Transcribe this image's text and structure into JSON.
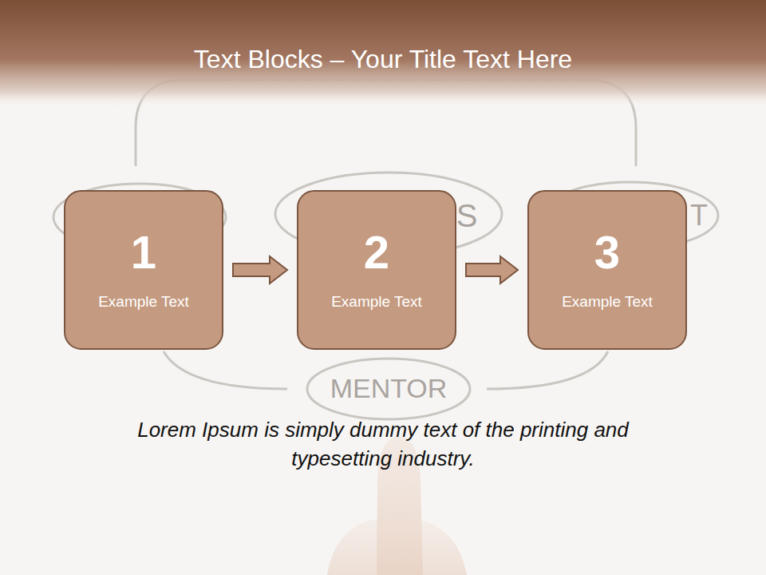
{
  "diagram": {
    "title": "Text Blocks – Your Title Text Here",
    "caption": "Lorem Ipsum is simply dummy text of the printing and typesetting industry.",
    "nodes": [
      {
        "text": [
          "1",
          "Example Text"
        ]
      },
      {
        "text": [
          "2",
          "Example Text"
        ]
      },
      {
        "text": [
          "3",
          "Example Text"
        ]
      }
    ],
    "edges": [
      {
        "from": 0,
        "to": 1,
        "arrow": "to"
      },
      {
        "from": 1,
        "to": 2,
        "arrow": "to"
      }
    ],
    "labels": [
      "S",
      "T",
      "MENTOR"
    ]
  }
}
